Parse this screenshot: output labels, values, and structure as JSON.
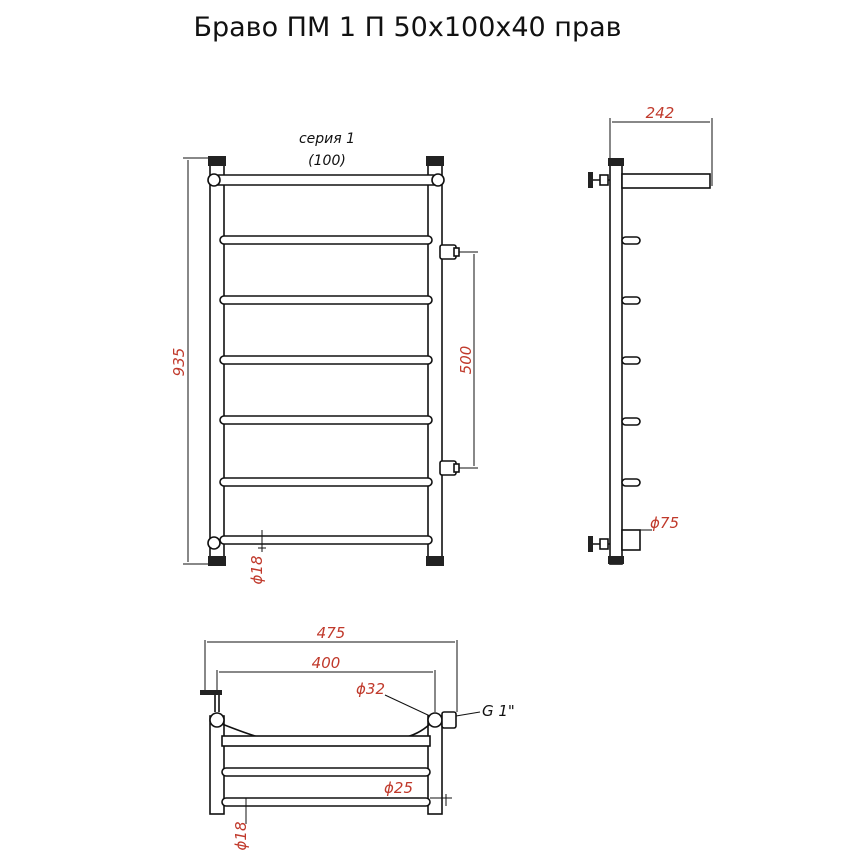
{
  "title": "Браво ПМ 1 П 50х100х40 прав",
  "colors": {
    "line": "#111111",
    "dimension": "#c0392b"
  },
  "front_view": {
    "series_label": "серия 1",
    "series_sub": "(100)",
    "height_dim": "935",
    "connection_dim": "500",
    "tube_dim": "ϕ18"
  },
  "side_view": {
    "depth_dim": "242",
    "flange_dim": "ϕ75"
  },
  "top_view": {
    "overall_width_dim": "475",
    "axis_width_dim": "400",
    "riser_dim": "ϕ32",
    "thread_label": "G 1\"",
    "bar_dim": "ϕ25",
    "tube_dim": "ϕ18"
  }
}
